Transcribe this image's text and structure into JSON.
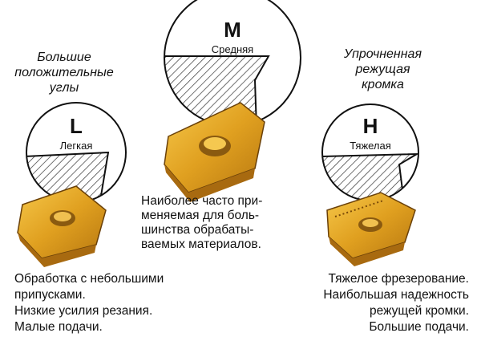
{
  "types": [
    {
      "letter": "L",
      "name": "Легкая",
      "feature": "Большие положительные углы",
      "feature_lines": [
        "Большие",
        "положительные",
        "углы"
      ],
      "description_lines": [
        "Обработка с небольшими",
        "припусками.",
        "Низкие усилия резания.",
        "Малые подачи."
      ]
    },
    {
      "letter": "M",
      "name": "Средняя",
      "description_lines": [
        "Наиболее часто при-",
        "меняемая для боль-",
        "шинства обрабаты-",
        "ваемых материалов."
      ]
    },
    {
      "letter": "H",
      "name": "Тяжелая",
      "feature_lines": [
        "Упрочненная",
        "режущая",
        "кромка"
      ],
      "description_lines": [
        "Тяжелое фрезерование.",
        "Наибольшая надежность",
        "режущей кромки.",
        "Большие подачи."
      ]
    }
  ],
  "colors": {
    "insert": "#e0a020",
    "insert_dark": "#a86a10",
    "outline": "#111111"
  }
}
